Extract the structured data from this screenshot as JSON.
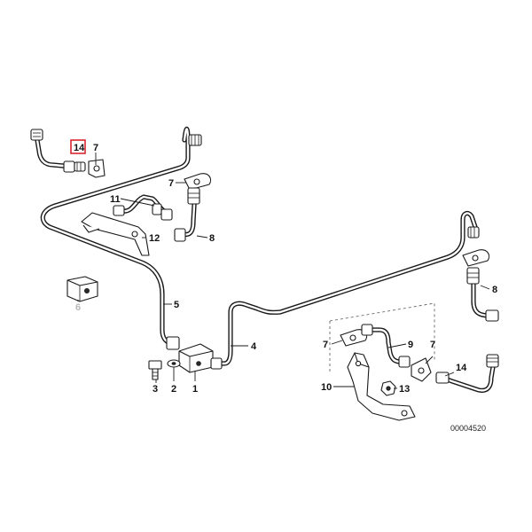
{
  "diagram": {
    "callouts": {
      "c14_top": "14",
      "c7_top": "7",
      "c7_mid": "7",
      "c11": "11",
      "c12": "12",
      "c8_top": "8",
      "c6": "6",
      "c5": "5",
      "c3": "3",
      "c2": "2",
      "c1": "1",
      "c4": "4",
      "c8_right": "8",
      "c7_rightA": "7",
      "c9": "9",
      "c7_rightB": "7",
      "c14_right": "14",
      "c10": "10",
      "c13": "13"
    },
    "reference_code": "00004520",
    "highlight_color": "#d9272e"
  }
}
